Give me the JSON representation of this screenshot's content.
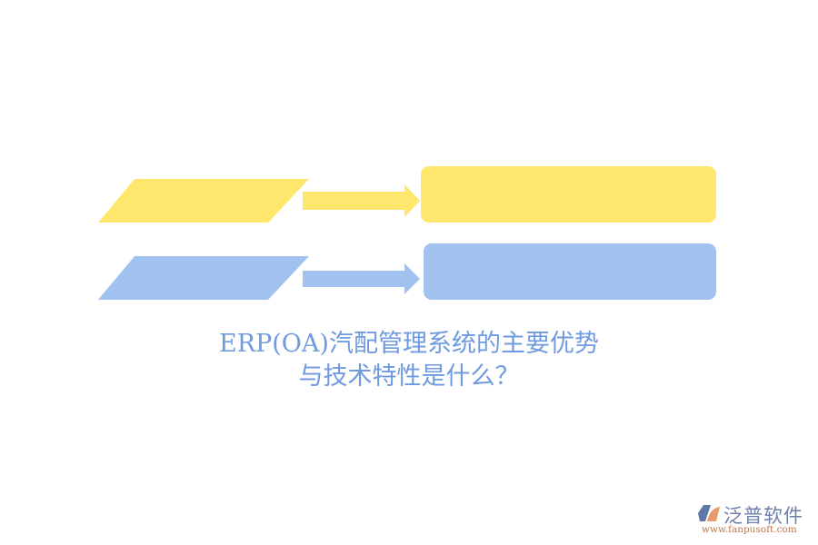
{
  "diagram": {
    "rows": [
      {
        "shape": "parallelogram",
        "color": "#FEE76C",
        "arrow_color": "#FEE76C",
        "box_color": "#FEE76C",
        "label": "",
        "box_text": ""
      },
      {
        "shape": "parallelogram",
        "color": "#A1C1EE",
        "arrow_color": "#A1C1EE",
        "box_color": "#A1C1EE",
        "label": "",
        "box_text": ""
      }
    ]
  },
  "title": {
    "line1": "ERP(OA)汽配管理系统的主要优势",
    "line2": "与技术特性是什么？",
    "color": "#6f9ae0"
  },
  "logo": {
    "icon": "fanpu-logo-icon",
    "name": "泛普软件",
    "url": "www.fanpusoft.com"
  }
}
